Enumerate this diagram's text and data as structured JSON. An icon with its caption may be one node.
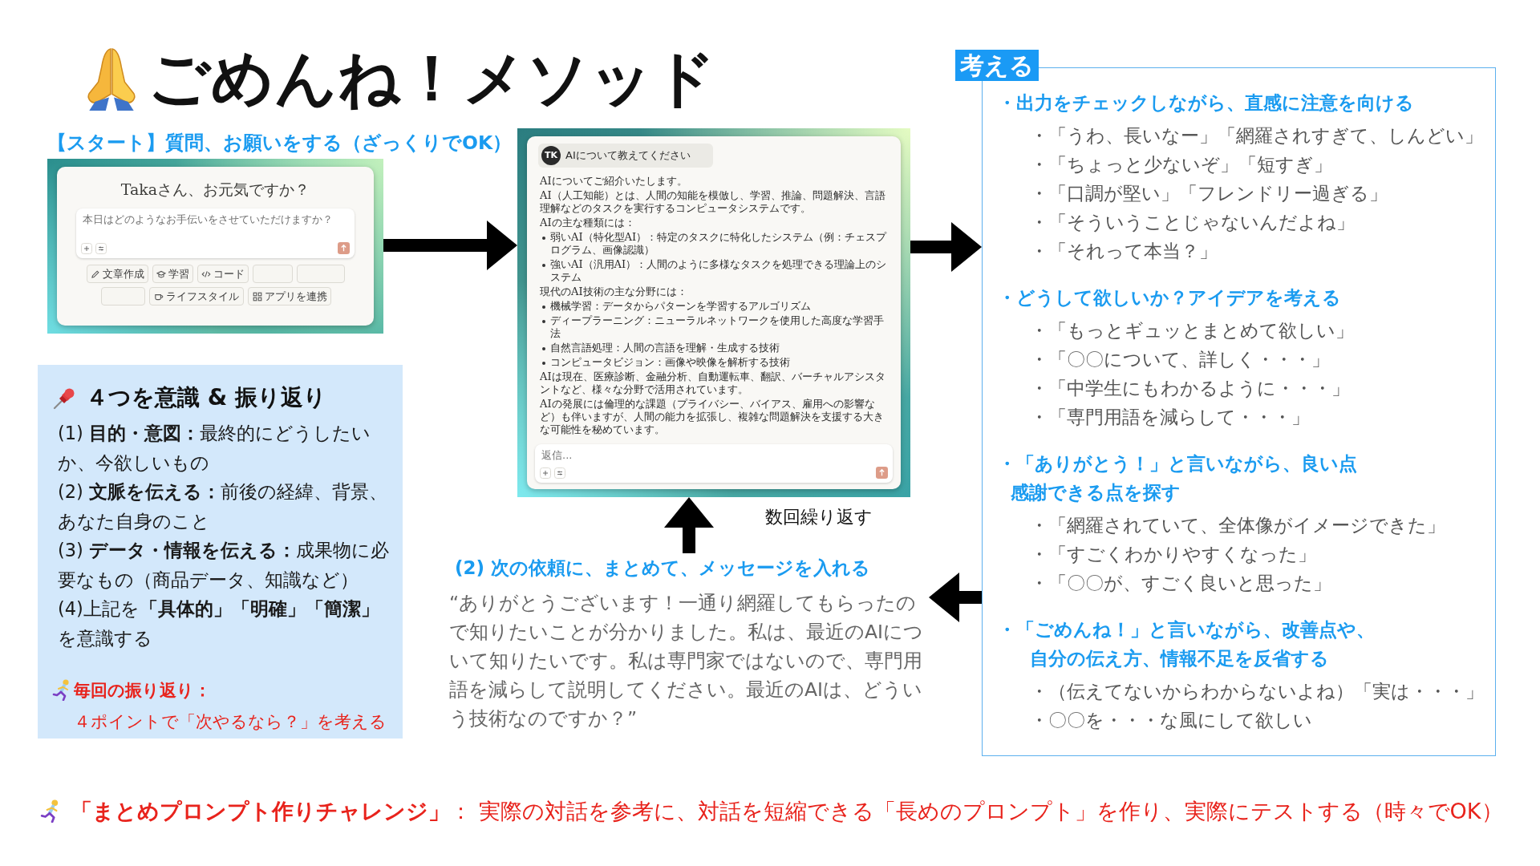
{
  "diagram": {
    "title": "ごめんね！メソッド",
    "nodes": [
      {
        "text": [
          "【スタート】質問、お願いをする（ざっくりでOK）",
          "Takaさん、お元気ですか？"
        ]
      },
      {
        "text": [
          "本日はどのようなお手伝いをさせていただけますか？"
        ],
        "in": 0
      },
      {
        "text": [
          "文章作成"
        ],
        "in": 0
      },
      {
        "text": [
          "学習"
        ],
        "in": 0
      },
      {
        "text": [
          "コード"
        ],
        "in": 0
      },
      {
        "text": [],
        "shape": "box",
        "in": 0
      },
      {
        "text": [],
        "shape": "box",
        "in": 0
      },
      {
        "text": [],
        "shape": "box",
        "in": 0
      },
      {
        "text": [
          "ライフスタイル"
        ],
        "in": 0
      },
      {
        "text": [
          "アプリを連携"
        ],
        "in": 0
      },
      {
        "text": [
          "AIについてご紹介いたします。",
          "AI（人工知能）とは、人間の知能を模倣し、学習、推論、問題解決、言語理解などのタスクを実行するコンピュータシステムです。",
          "AIの主な種類には：",
          "弱いAI（特化型AI）：特定のタスクに特化したシステム（例：チェスプログラム、画像認識）",
          "強いAI（汎用AI）：人間のように多様なタスクを処理できる理論上のシステム",
          "現代のAI技術の主な分野には：",
          "機械学習：データからパターンを学習するアルゴリズム",
          "ディープラーニング：ニューラルネットワークを使用した高度な学習手法",
          "自然言語処理：人間の言語を理解・生成する技術",
          "コンピュータビジョン：画像や映像を解析する技術",
          "AIは現在、医療診断、金融分析、自動運転車、翻訳、バーチャルアシスタントなど、様々な分野で活用されています。",
          "AIの発展には倫理的な課題（プライバシー、バイアス、雇用への影響など）も伴いますが、人間の能力を拡張し、複雑な問題解決を支援する大きな可能性を秘めています。"
        ]
      },
      {
        "text": [
          "AIについて教えてください"
        ],
        "in": 10
      },
      {
        "text": [
          "TK"
        ],
        "in": 11
      },
      {
        "text": [
          "返信..."
        ],
        "in": 10
      },
      {
        "text": [
          "考える",
          "・出力をチェックしながら、直感に注意を向ける",
          "・「うわ、長いなー」「網羅されすぎて、しんどい」",
          "・「ちょっと少ないぞ」「短すぎ」",
          "・「口調が堅い」「フレンドリー過ぎる」",
          "・「そういうことじゃないんだよね」",
          "・「それって本当？」",
          "・どうして欲しいか？アイデアを考える",
          "・「もっとギュッとまとめて欲しい」",
          "・「〇〇について、詳しく・・・」",
          "・「中学生にもわかるように・・・」",
          "・「専門用語を減らして・・・」",
          "・「ありがとう！」と言いながら、良い点感謝できる点を探す",
          "・「網羅されていて、全体像がイメージできた」",
          "・「すごくわかりやすくなった」",
          "・「〇〇が、すごく良いと思った」",
          "・「ごめんね！」と言いながら、改善点や、自分の伝え方、情報不足を反省する",
          "・（伝えてないからわからないよね）「実は・・・」",
          "・〇〇を・・・な風にして欲しい"
        ]
      },
      {
        "text": [
          "４つを意識 & 振り返り",
          "(1) **目的・意図：**最終的にどうしたいか、今欲しいもの",
          "(2) **文脈を伝える：**前後の経緯、背景、あなた自身のこと",
          "(3) **データ・情報を伝える：**成果物に必要なもの（商品データ、知識など）",
          "(4)上記を**「具体的」「明確」「簡潔」**を意識する",
          "毎回の振り返り：",
          "４ポイントで「次やるなら？」を考える"
        ]
      },
      {
        "text": [
          "(2) 次の依頼に、まとめて、メッセージを入れる",
          "“ありがとうございます！一通り網羅してもらったので知りたいことが分かりました。私は、最近のAIについて知りたいです。私は専門家ではないので、専門用語を減らして説明してください。最近のAIは、どういう技術なのですか？”"
        ]
      }
    ],
    "edges": [
      {
        "from": 0,
        "to": 10,
        "arrow": "to"
      },
      {
        "from": 10,
        "to": 14,
        "arrow": "to"
      },
      {
        "from": 14,
        "to": 16,
        "arrow": "to"
      },
      {
        "from": 16,
        "to": 10,
        "arrow": "to",
        "label": "数回繰り返す"
      }
    ],
    "labels": [
      "**「まとめプロンプト作りチャレンジ」**： 実際の対話を参考に、対話を短縮できる「長めのプロンプト」を作り、実際にテストする（時々でOK）"
    ]
  }
}
